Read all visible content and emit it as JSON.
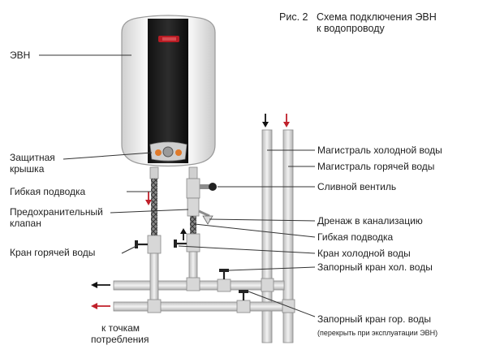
{
  "figure": {
    "number": "Рис. 2",
    "title_line1": "Схема подключения ЭВН",
    "title_line2": "к водопроводу"
  },
  "labels": {
    "heater": "ЭВН",
    "cover_line1": "Защитная",
    "cover_line2": "крышка",
    "flex_hose_left": "Гибкая подводка",
    "safety_valve_line1": "Предохранительный",
    "safety_valve_line2": "клапан",
    "hot_tap": "Кран горячей воды",
    "consumers_line1": "к точкам",
    "consumers_line2": "потребления",
    "cold_main": "Магистраль холодной воды",
    "hot_main": "Магистраль горячей воды",
    "drain_valve": "Сливной вентиль",
    "drain_sewer": "Дренаж в канализацию",
    "flex_hose_right": "Гибкая подводка",
    "cold_tap": "Кран холодной воды",
    "cold_shutoff": "Запорный кран хол. воды",
    "hot_shutoff": "Запорный кран гор. воды",
    "hot_shutoff_note": "(перекрыть при эксплуатации ЭВН)"
  },
  "colors": {
    "pipe": "#dcdcdc",
    "pipe_outline": "#8c8c8c",
    "hot_arrow": "#c0202a",
    "cold_arrow": "#111111",
    "tank_body": "#ececec",
    "tank_band": "#1c1c1c",
    "brand_logo": "#b81c24"
  }
}
